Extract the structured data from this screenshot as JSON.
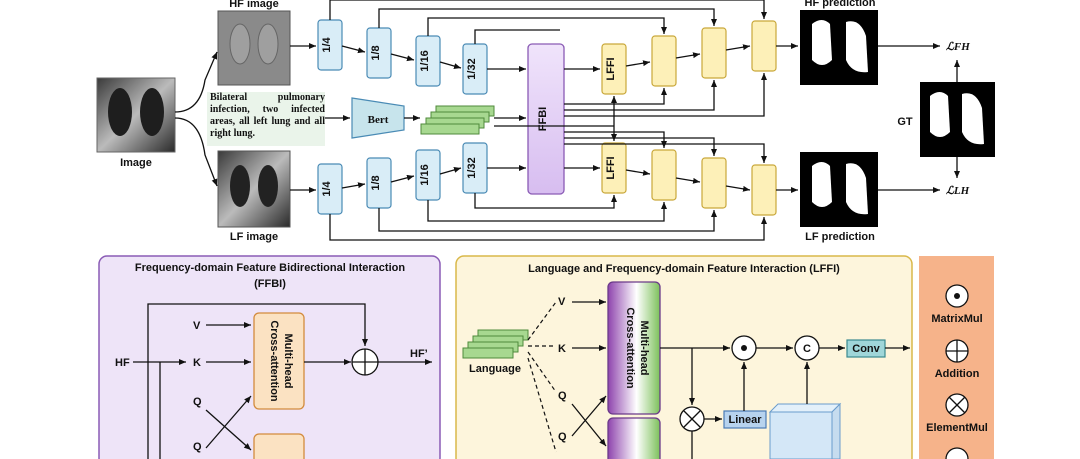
{
  "top": {
    "input_image_label": "Image",
    "hf_image_label": "HF image",
    "lf_image_label": "LF image",
    "text_description": "Bilateral pulmonary infection, two infected areas, all left lung and all right lung.",
    "bert_label": "Bert",
    "ffbi_label": "FFBI",
    "lffi_label": "LFFI",
    "scales": [
      "1/4",
      "1/8",
      "1/16",
      "1/32"
    ],
    "hf_prediction_label": "HF prediction",
    "lf_prediction_label": "LF prediction",
    "gt_label": "GT",
    "loss_fh": "ℒFH",
    "loss_lh": "ℒLH"
  },
  "ffbi_panel": {
    "title_line1": "Frequency-domain Feature Bidirectional Interaction",
    "title_line2": "(FFBI)",
    "hf_in": "HF",
    "v": "V",
    "k": "K",
    "q1": "Q",
    "q2": "Q",
    "attn_line1": "Multi-head",
    "attn_line2": "Cross-attention",
    "hf_out": "HF’"
  },
  "lffi_panel": {
    "title": "Language and Frequency-domain Feature Interaction (LFFI)",
    "language": "Language",
    "v": "V",
    "k": "K",
    "q1": "Q",
    "q2": "Q",
    "attn_line1": "Multi-head",
    "attn_line2": "Cross-attention",
    "linear": "Linear",
    "c": "C",
    "conv": "Conv"
  },
  "legend": {
    "matrixmul": "MatrixMul",
    "addition": "Addition",
    "elementmul": "ElementMul"
  },
  "colors": {
    "scale_block": "#d9edf7",
    "lffi_block": "#fdf0b8",
    "ffbi_block": "#e8d5f5",
    "ffbi_panel": "#eee4f8",
    "lffi_panel": "#fdf5dc",
    "legend_panel": "#f6b38a"
  }
}
